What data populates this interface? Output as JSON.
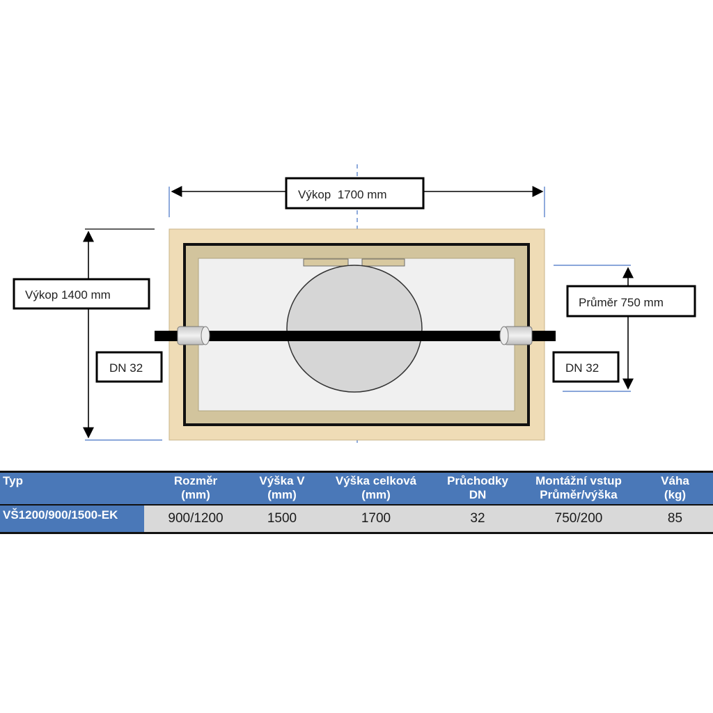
{
  "diagram": {
    "width_label": "Výkop  1700 mm",
    "height_label": "Výkop 1400 mm",
    "diameter_label": "Průměr 750 mm",
    "pipe_left_label": "DN 32",
    "pipe_right_label": "DN 32",
    "colors": {
      "excavation": "#efdcb6",
      "frame": "#d2c49d",
      "interior": "#f0f0f0",
      "pipe": "#000000",
      "manhole": "#d6d6d6",
      "dimension_line": "#4472c4"
    }
  },
  "table": {
    "headers": [
      {
        "line1": "Typ",
        "line2": ""
      },
      {
        "line1": "Rozměr",
        "line2": "(mm)"
      },
      {
        "line1": "Výška V",
        "line2": "(mm)"
      },
      {
        "line1": "Výška celková",
        "line2": "(mm)"
      },
      {
        "line1": "Průchodky",
        "line2": "DN"
      },
      {
        "line1": "Montážní vstup",
        "line2": "Průměr/výška"
      },
      {
        "line1": "Váha",
        "line2": "(kg)"
      }
    ],
    "row": {
      "typ": "VŠ1200/900/1500-EK",
      "rozmer": "900/1200",
      "vyska_v": "1500",
      "vyska_celkova": "1700",
      "pruchodky": "32",
      "montazni_vstup": "750/200",
      "vaha": "85"
    },
    "colors": {
      "header_bg": "#4a78b8",
      "row_bg": "#d9d9d9"
    }
  }
}
